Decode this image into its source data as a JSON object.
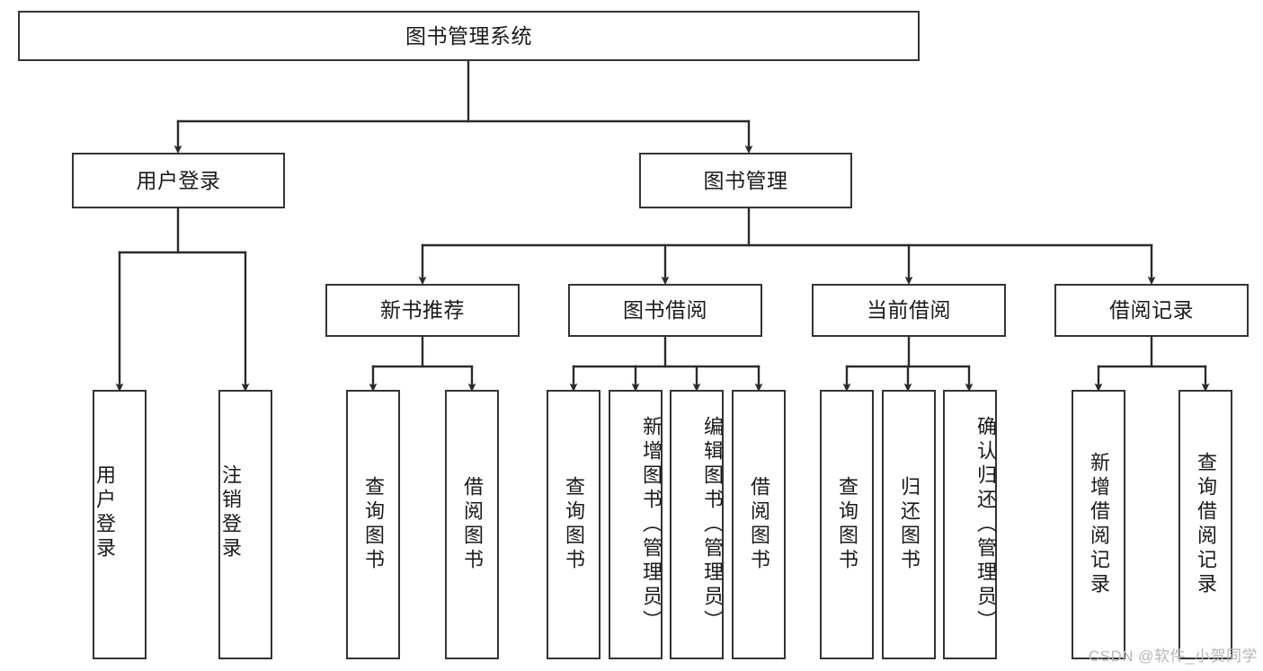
{
  "diagram": {
    "type": "tree",
    "title": "图书管理系统",
    "colors": {
      "node_border": "#343434",
      "node_fill": "#ffffff",
      "connector": "#2b2b2b",
      "text": "#1a1a1a",
      "watermark": "#b6b6b6",
      "background": "#ffffff"
    },
    "levels": {
      "root": "图书管理系统",
      "level1": [
        "用户登录",
        "图书管理"
      ],
      "level2": [
        "新书推荐",
        "图书借阅",
        "当前借阅",
        "借阅记录"
      ]
    },
    "nodes": {
      "root": {
        "label": "图书管理系统"
      },
      "user_login": {
        "label": "用户登录"
      },
      "book_manage": {
        "label": "图书管理"
      },
      "new_book_recommend": {
        "label": "新书推荐"
      },
      "book_borrow": {
        "label": "图书借阅"
      },
      "current_borrow": {
        "label": "当前借阅"
      },
      "borrow_record": {
        "label": "借阅记录"
      },
      "leaf_user_login": {
        "label": "用户登录"
      },
      "leaf_logout": {
        "label": "注销登录"
      },
      "leaf_query_book_1": {
        "label": "查询图书"
      },
      "leaf_borrow_book_1": {
        "label": "借阅图书"
      },
      "leaf_query_book_2": {
        "label": "查询图书"
      },
      "leaf_add_book": {
        "label": "新增图书（管理员）"
      },
      "leaf_edit_book": {
        "label": "编辑图书（管理员）"
      },
      "leaf_borrow_book_2": {
        "label": "借阅图书"
      },
      "leaf_query_book_3": {
        "label": "查询图书"
      },
      "leaf_return_book": {
        "label": "归还图书"
      },
      "leaf_confirm_return": {
        "label": "确认归还（管理员）"
      },
      "leaf_add_record": {
        "label": "新增借阅记录"
      },
      "leaf_query_record": {
        "label": "查询借阅记录"
      }
    },
    "edges": [
      {
        "from": "root",
        "to": "user_login"
      },
      {
        "from": "root",
        "to": "book_manage"
      },
      {
        "from": "user_login",
        "to": "leaf_user_login"
      },
      {
        "from": "user_login",
        "to": "leaf_logout"
      },
      {
        "from": "book_manage",
        "to": "new_book_recommend"
      },
      {
        "from": "book_manage",
        "to": "book_borrow"
      },
      {
        "from": "book_manage",
        "to": "current_borrow"
      },
      {
        "from": "book_manage",
        "to": "borrow_record"
      },
      {
        "from": "new_book_recommend",
        "to": "leaf_query_book_1"
      },
      {
        "from": "new_book_recommend",
        "to": "leaf_borrow_book_1"
      },
      {
        "from": "book_borrow",
        "to": "leaf_query_book_2"
      },
      {
        "from": "book_borrow",
        "to": "leaf_add_book"
      },
      {
        "from": "book_borrow",
        "to": "leaf_edit_book"
      },
      {
        "from": "book_borrow",
        "to": "leaf_borrow_book_2"
      },
      {
        "from": "current_borrow",
        "to": "leaf_query_book_3"
      },
      {
        "from": "current_borrow",
        "to": "leaf_return_book"
      },
      {
        "from": "current_borrow",
        "to": "leaf_confirm_return"
      },
      {
        "from": "borrow_record",
        "to": "leaf_add_record"
      },
      {
        "from": "borrow_record",
        "to": "leaf_query_record"
      }
    ]
  },
  "watermark": {
    "text": "CSDN @软件_小贺同学"
  }
}
